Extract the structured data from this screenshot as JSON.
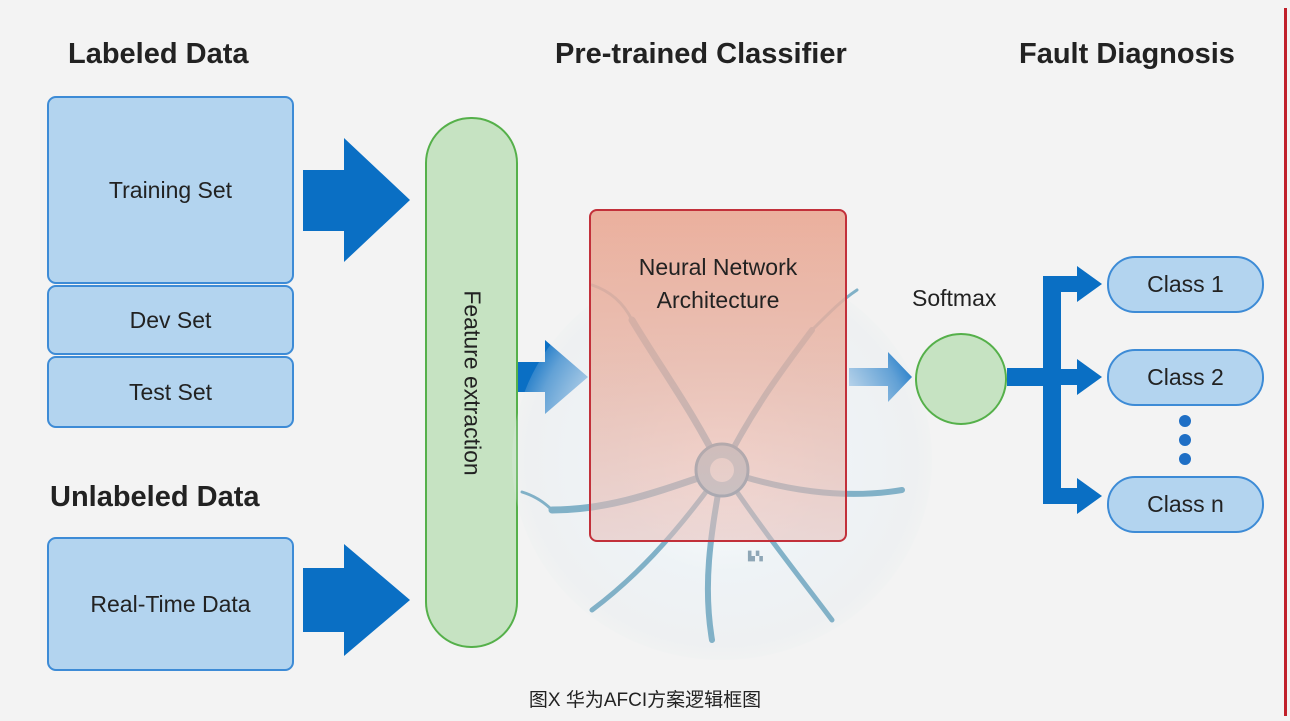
{
  "headings": {
    "labeled": "Labeled Data",
    "classifier": "Pre-trained Classifier",
    "fault": "Fault Diagnosis",
    "unlabeled": "Unlabeled Data"
  },
  "datasets": {
    "training": "Training Set",
    "dev": "Dev Set",
    "test": "Test Set",
    "realtime": "Real-Time Data"
  },
  "feature_extraction": "Feature extraction",
  "network": {
    "line1": "Neural Network",
    "line2": "Architecture"
  },
  "softmax": "Softmax",
  "classes": [
    "Class 1",
    "Class 2",
    "Class n"
  ],
  "caption": "图X 华为AFCI方案逻辑框图",
  "colors": {
    "arrow": "#0a6fc4",
    "data_box_fill": "#b3d4ef",
    "data_box_border": "#3d8bd6",
    "green_fill": "#c6e3c2",
    "green_border": "#55b04a",
    "network_border": "#c2303a",
    "side_rule": "#c0202a"
  }
}
